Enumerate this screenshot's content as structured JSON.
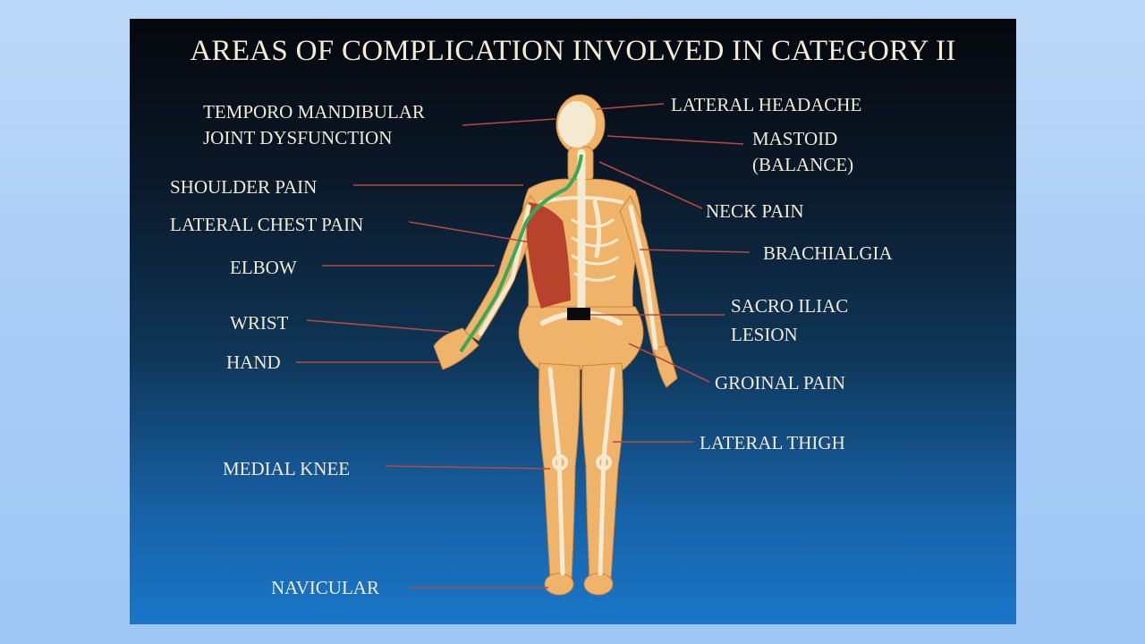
{
  "poster": {
    "title": "AREAS OF COMPLICATION INVOLVED IN CATEGORY II",
    "labels": {
      "temporo_mandibular": [
        "TEMPORO MANDIBULAR",
        "JOINT DYSFUNCTION"
      ],
      "lateral_headache": "LATERAL HEADACHE",
      "mastoid": [
        "MASTOID",
        "(BALANCE)"
      ],
      "shoulder_pain": "SHOULDER PAIN",
      "neck_pain": "NECK PAIN",
      "lateral_chest_pain": "LATERAL CHEST PAIN",
      "brachialgia": "BRACHIALGIA",
      "elbow": "ELBOW",
      "sacro_iliac": [
        "SACRO ILIAC",
        "LESION"
      ],
      "wrist": "WRIST",
      "hand": "HAND",
      "groinal_pain": "GROINAL PAIN",
      "lateral_thigh": "LATERAL THIGH",
      "medial_knee": "MEDIAL KNEE",
      "navicular": "NAVICULAR"
    }
  },
  "colors": {
    "skin": "#f0b36a",
    "bone": "#f4ead2",
    "muscle": "#b8432c",
    "nerve": "#3aa85a",
    "leader": "#b44a40",
    "text": "#f1ebd6"
  }
}
